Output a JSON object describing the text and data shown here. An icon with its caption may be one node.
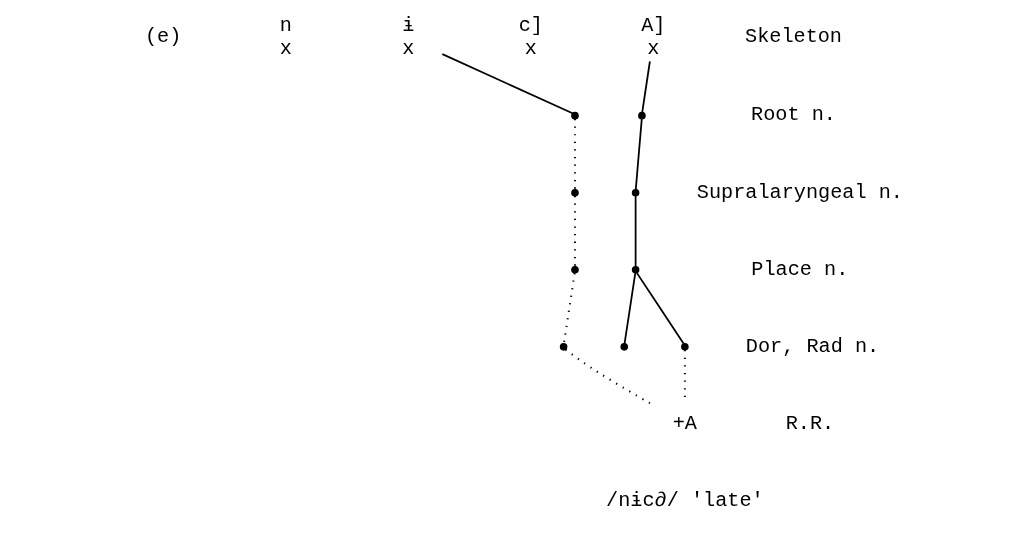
{
  "diagram": {
    "nodes": [
      {
        "text": [
          "n",
          "x"
        ]
      },
      {
        "text": [
          "ɨ",
          "x"
        ]
      },
      {
        "text": [
          "c]",
          "x"
        ]
      },
      {
        "text": [
          "A]",
          "x"
        ]
      },
      {
        "text": [],
        "shape": "circle"
      },
      {
        "text": [],
        "shape": "circle"
      },
      {
        "text": [],
        "shape": "circle"
      },
      {
        "text": [],
        "shape": "circle"
      },
      {
        "text": [],
        "shape": "circle"
      },
      {
        "text": [],
        "shape": "circle"
      },
      {
        "text": [],
        "shape": "circle"
      },
      {
        "text": [],
        "shape": "circle"
      },
      {
        "text": [],
        "shape": "circle"
      },
      {
        "text": [
          "+A"
        ]
      }
    ],
    "edges": [
      {
        "from": 1,
        "to": 4,
        "arrow": "none"
      },
      {
        "from": 4,
        "to": 5,
        "arrow": "none",
        "style": "dashed"
      },
      {
        "from": 5,
        "to": 6,
        "arrow": "none",
        "style": "dashed"
      },
      {
        "from": 6,
        "to": 7,
        "arrow": "none",
        "style": "dashed"
      },
      {
        "from": 7,
        "to": 13,
        "arrow": "none",
        "style": "dashed"
      },
      {
        "from": 3,
        "to": 8,
        "arrow": "none"
      },
      {
        "from": 8,
        "to": 9,
        "arrow": "none"
      },
      {
        "from": 9,
        "to": 10,
        "arrow": "none"
      },
      {
        "from": 10,
        "to": 11,
        "arrow": "none"
      },
      {
        "from": 10,
        "to": 12,
        "arrow": "none"
      },
      {
        "from": 12,
        "to": 13,
        "arrow": "none",
        "style": "dashed"
      }
    ],
    "labels": [
      "(e)",
      "Skeleton",
      "Root n.",
      "Supralaryngeal n.",
      "Place n.",
      "Dor, Rad n.",
      "R.R.",
      "/nɨc∂/ 'late'"
    ]
  }
}
